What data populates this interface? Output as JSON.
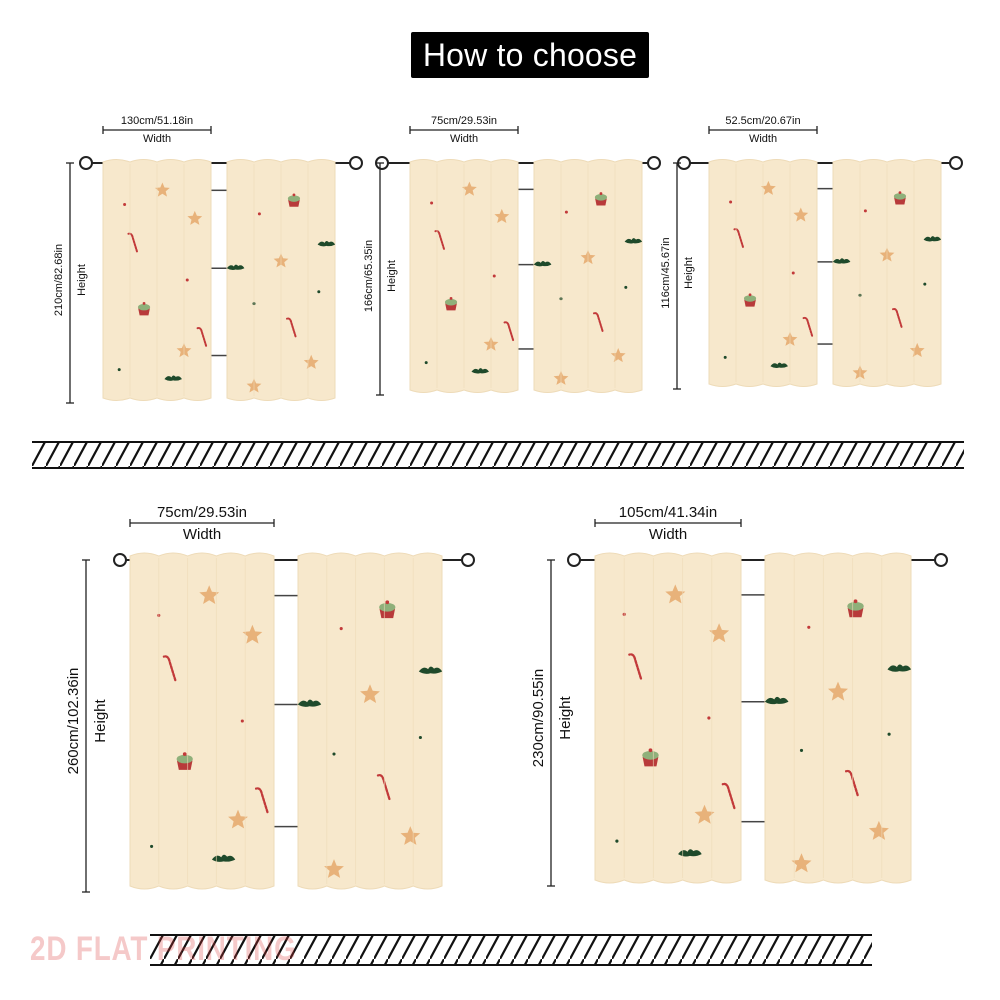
{
  "header": {
    "title": "How to choose"
  },
  "sizes": [
    {
      "id": "s1",
      "width_label": "130cm/51.18in",
      "width_word": "Width",
      "height_label": "210cm/82.68in",
      "height_word": "Height"
    },
    {
      "id": "s2",
      "width_label": "75cm/29.53in",
      "width_word": "Width",
      "height_label": "166cm/65.35in",
      "height_word": "Height"
    },
    {
      "id": "s3",
      "width_label": "52.5cm/20.67in",
      "width_word": "Width",
      "height_label": "116cm/45.67in",
      "height_word": "Height"
    },
    {
      "id": "s4",
      "width_label": "75cm/29.53in",
      "width_word": "Width",
      "height_label": "260cm/102.36in",
      "height_word": "Height"
    },
    {
      "id": "s5",
      "width_label": "105cm/41.34in",
      "width_word": "Width",
      "height_label": "230cm/90.55in",
      "height_word": "Height"
    }
  ],
  "watermark": "2D FLAT PRINTING",
  "colors": {
    "fabric": "#f7e8cc",
    "fabric_shade": "#eedbb8",
    "star": "#e8b27a",
    "candy_red": "#c23a3a",
    "holly": "#1f4a2b",
    "cupcake": "#b83a3a",
    "frosting": "#8fb07a",
    "rod": "#222222"
  },
  "pattern_icons": [
    "star-icon",
    "candy-cane-icon",
    "cupcake-icon",
    "holly-leaf-icon",
    "dot-icon"
  ]
}
